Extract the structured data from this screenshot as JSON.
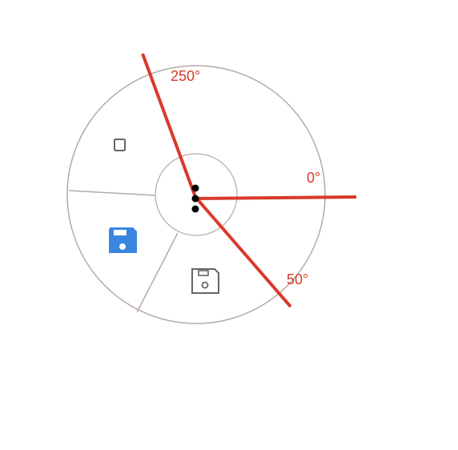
{
  "colors": {
    "guide": "#d9392b",
    "ring": "#b5a9a7",
    "icon_active": "#3a85e0",
    "icon_inactive": "#666666",
    "handle": "#000000",
    "background": "#ffffff"
  },
  "angle_labels": {
    "top": "250°",
    "right": "0°",
    "bottom_right": "50°"
  },
  "icons": {
    "sector_top": "square-outline-icon",
    "sector_left": "save-icon",
    "sector_bottom": "save-icon"
  }
}
